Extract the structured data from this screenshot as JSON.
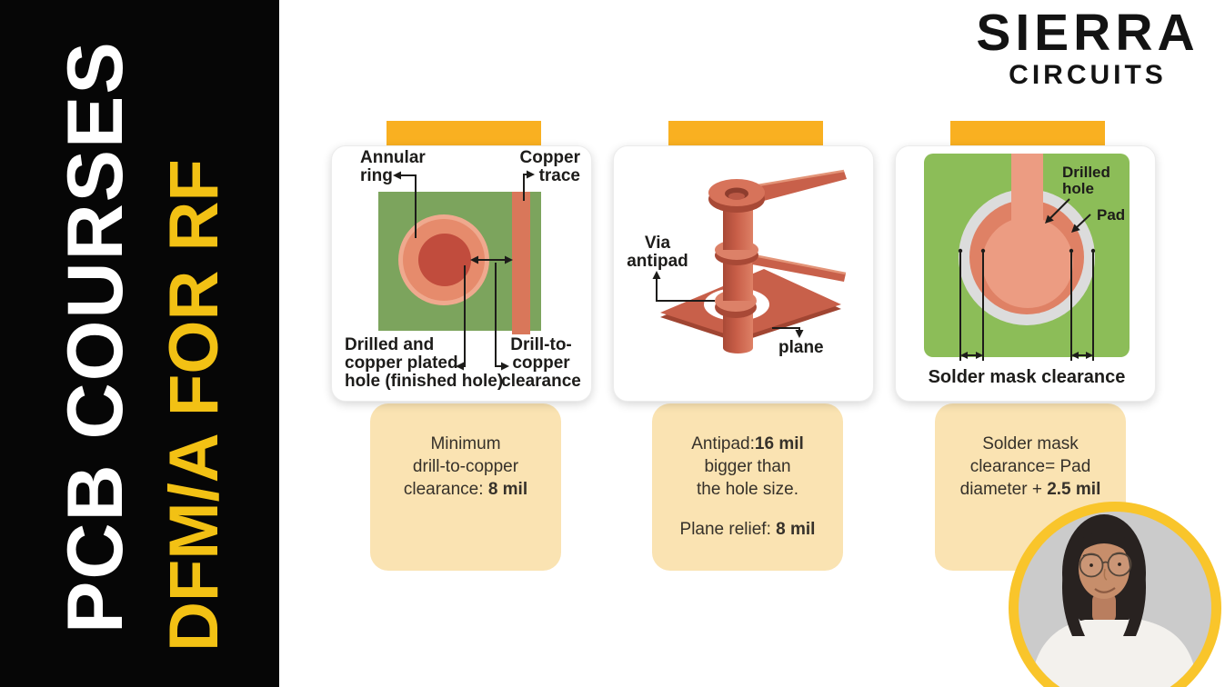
{
  "sidebar": {
    "title": "PCB COURSES",
    "subtitle": "DFM/A FOR RF"
  },
  "logo": {
    "wordmark": "SIERRA",
    "subtext": "CIRCUITS"
  },
  "cards": [
    {
      "name": "drill-to-copper-clearance",
      "labels": {
        "annular_1": "Annular",
        "annular_2": "ring",
        "copper_1": "Copper",
        "copper_2": "trace",
        "drilled_1": "Drilled and",
        "drilled_2": "copper plated",
        "drilled_3": "hole (finished hole)",
        "clear_1": "Drill-to-",
        "clear_2": "copper",
        "clear_3": "clearance"
      },
      "caption": {
        "line1": "Minimum",
        "line2": "drill-to-copper",
        "line3_plain": "clearance: ",
        "line3_bold": "8 mil"
      }
    },
    {
      "name": "via-antipad",
      "labels": {
        "via_1": "Via",
        "via_2": "antipad",
        "plane": "plane"
      },
      "caption": {
        "line1_plain": "Antipad:",
        "line1_bold": "16 mil",
        "line2": "bigger than",
        "line3": "the hole size.",
        "line4_plain": "Plane relief: ",
        "line4_bold": "8 mil"
      }
    },
    {
      "name": "solder-mask-clearance",
      "labels": {
        "drilled_1": "Drilled",
        "drilled_2": "hole",
        "pad": "Pad",
        "solder": "Solder mask clearance"
      },
      "caption": {
        "line1": "Solder mask",
        "line2": "clearance= Pad",
        "line3_plain": "diameter + ",
        "line3_bold": "2.5 mil"
      }
    }
  ],
  "colors": {
    "black": "#060606",
    "brand_yellow": "#F2C114",
    "tab_yellow": "#F9B021",
    "ring_yellow": "#F9C52B",
    "cream": "#FAE3B2",
    "ink": "#1D1C1A",
    "caption_ink": "#36312A",
    "pcb_green": "#7CA45D",
    "pcb_green_bright": "#8CBD58",
    "salmon": "#E68B6C",
    "salmon_halo": "#EFA98E",
    "hole_red": "#C14C3D",
    "copper_bar": "#D9775A",
    "copper_dark": "#A84936",
    "copper_mid": "#C8604A",
    "copper_light": "#DE8166",
    "copper_top": "#DC8168",
    "mask_gray": "#DCDCDC",
    "pad_dark": "#DF8165",
    "pad_light": "#EC9C82"
  }
}
